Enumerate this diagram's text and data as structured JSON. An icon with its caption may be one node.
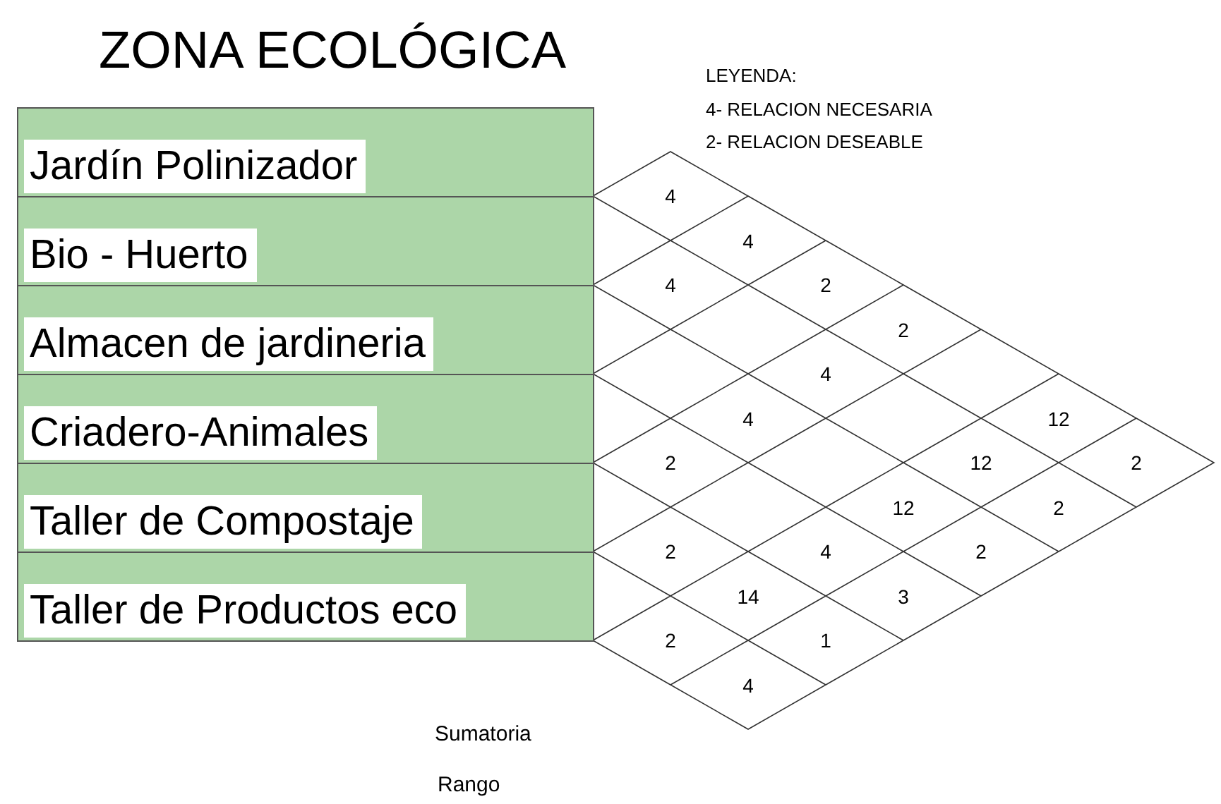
{
  "diagram": {
    "title": "ZONA ECOLÓGICA",
    "nodes": [
      {
        "text": [
          "Jardín Polinizador"
        ]
      },
      {
        "text": [
          "Bio - Huerto"
        ]
      },
      {
        "text": [
          "Almacen de jardineria"
        ]
      },
      {
        "text": [
          "Criadero-Animales"
        ]
      },
      {
        "text": [
          "Taller de Compostaje"
        ]
      },
      {
        "text": [
          "Taller de Productos eco"
        ]
      }
    ],
    "labels": [
      "LEYENDA:",
      "4",
      "4",
      "4",
      "2",
      "2",
      "4",
      "4",
      "12",
      "2",
      "12",
      "2",
      "12",
      "2",
      "2",
      "4",
      "2",
      "14",
      "3",
      "2",
      "1",
      "4",
      "Sumatoria",
      "Rango"
    ],
    "legend": [
      {
        "text": "4- RELACION NECESARIA"
      },
      {
        "text": "2- RELACION DESEABLE"
      }
    ]
  }
}
